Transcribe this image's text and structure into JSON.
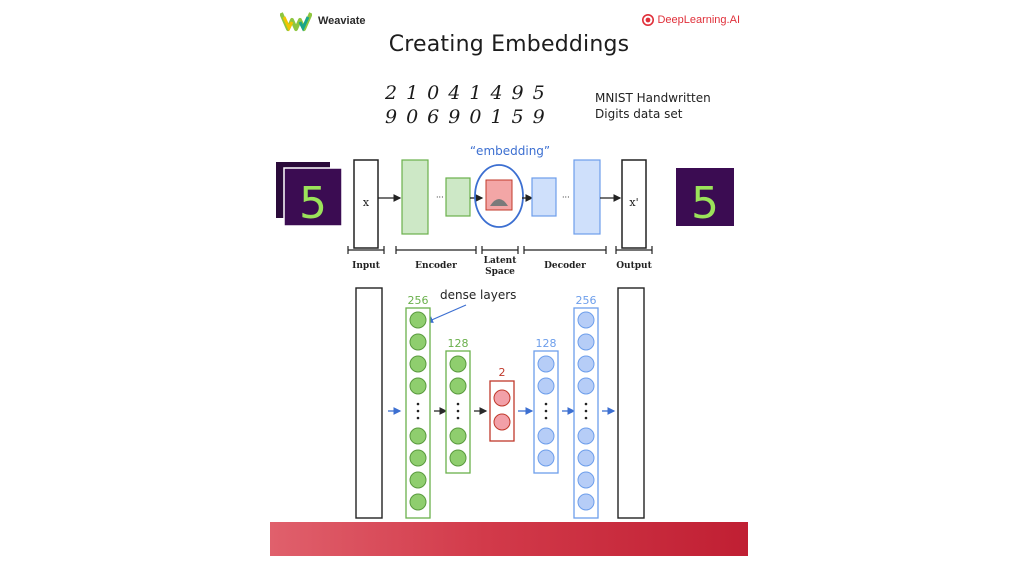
{
  "brands": {
    "left_name": "Weaviate",
    "right_name": "DeepLearning.AI"
  },
  "title": "Creating Embeddings",
  "mnist": {
    "digits_row1": "21041495",
    "digits_row2": "90690159",
    "caption_line1": "MNIST Handwritten",
    "caption_line2": "Digits data set"
  },
  "top_diagram": {
    "embedding_label": "“embedding”",
    "input_symbol": "x",
    "output_symbol": "x'",
    "sections": [
      "Input",
      "Encoder",
      "Latent",
      "Space",
      "Decoder",
      "Output"
    ],
    "sample_digit": "5"
  },
  "bottom_diagram": {
    "dense_label": "dense layers",
    "layer_sizes": [
      "256",
      "128",
      "2",
      "128",
      "256"
    ]
  },
  "colors": {
    "encoder": "#6ab04c",
    "decoder": "#6d9eeb",
    "latent": "#c0392b",
    "accent_blue": "#3c6fd1"
  }
}
